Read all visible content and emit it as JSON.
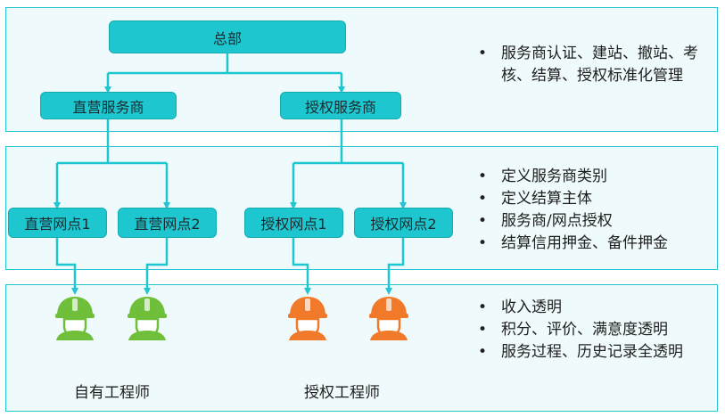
{
  "colors": {
    "band_fill": "#eefafb",
    "band_border": "#24c4d2",
    "node_fill": "#1ec7cf",
    "connector": "#1ec7cf",
    "own_engineer": "#6fbf3a",
    "auth_engineer": "#f07a2a"
  },
  "nodes": {
    "hq": "总部",
    "direct_provider": "直营服务商",
    "authorized_provider": "授权服务商",
    "direct_point_1": "直营网点1",
    "direct_point_2": "直营网点2",
    "auth_point_1": "授权网点1",
    "auth_point_2": "授权网点2"
  },
  "bullets_top": [
    "服务商认证、建站、撤站、考核、结算、授权标准化管理"
  ],
  "bullets_middle": [
    "定义服务商类别",
    "定义结算主体",
    "服务商/网点授权",
    "结算信用押金、备件押金"
  ],
  "bullets_bottom": [
    "收入透明",
    "积分、评价、满意度透明",
    "服务过程、历史记录全透明"
  ],
  "engineer_groups": {
    "own": "自有工程师",
    "authorized": "授权工程师"
  },
  "icons": {
    "engineer": "worker-hardhat-icon"
  }
}
